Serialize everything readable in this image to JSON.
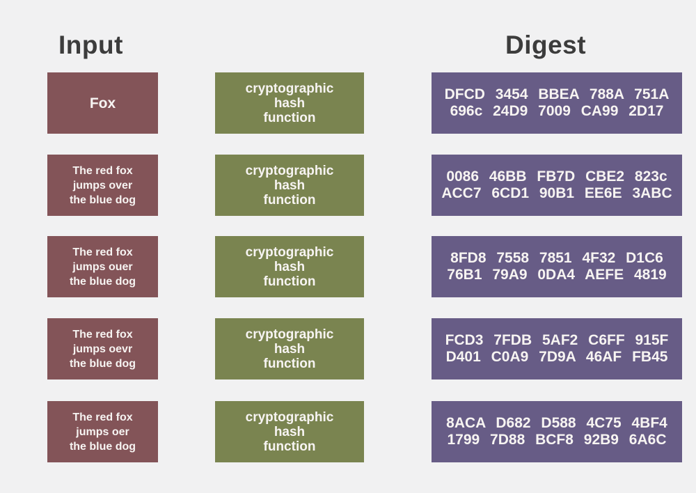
{
  "titles": {
    "input": "Input",
    "digest": "Digest"
  },
  "colors": {
    "background": "#f1f1f2",
    "input_box": "#835458",
    "hash_box": "#7a8450",
    "digest_box": "#675c86",
    "title_text": "#3c3c3c",
    "box_text": "#f7f4f2"
  },
  "rows": [
    {
      "input": "Fox",
      "hash_label": "cryptographic\nhash\nfunction",
      "digest": [
        "DFCD 3454 BBEA 788A 751A",
        "696c 24D9 7009 CA99 2D17"
      ]
    },
    {
      "input": "The red fox\njumps over\nthe blue dog",
      "hash_label": "cryptographic\nhash\nfunction",
      "digest": [
        "0086 46BB FB7D CBE2 823c",
        "ACC7 6CD1 90B1 EE6E 3ABC"
      ]
    },
    {
      "input": "The red fox\njumps ouer\nthe blue dog",
      "hash_label": "cryptographic\nhash\nfunction",
      "digest": [
        "8FD8 7558 7851 4F32 D1C6",
        "76B1 79A9 0DA4 AEFE 4819"
      ]
    },
    {
      "input": "The red fox\njumps oevr\nthe blue dog",
      "hash_label": "cryptographic\nhash\nfunction",
      "digest": [
        "FCD3 7FDB 5AF2 C6FF 915F",
        "D401 C0A9 7D9A 46AF FB45"
      ]
    },
    {
      "input": "The red fox\njumps oer\nthe blue dog",
      "hash_label": "cryptographic\nhash\nfunction",
      "digest": [
        "8ACA D682 D588 4C75 4BF4",
        "1799 7D88 BCF8 92B9 6A6C"
      ]
    }
  ]
}
